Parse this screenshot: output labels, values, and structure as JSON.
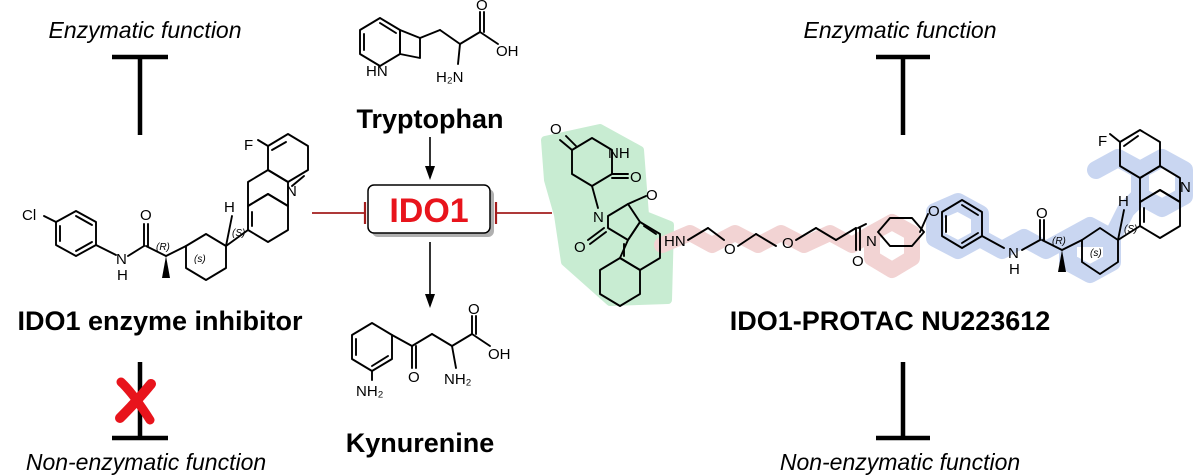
{
  "labels": {
    "enzymatic_left": "Enzymatic function",
    "enzymatic_right": "Enzymatic function",
    "nonenzymatic_left": "Non-enzymatic function",
    "nonenzymatic_right": "Non-enzymatic function",
    "inhibitor_name": "IDO1 enzyme inhibitor",
    "protac_name": "IDO1-PROTAC NU223612",
    "tryptophan": "Tryptophan",
    "kynurenine": "Kynurenine",
    "enzyme": "IDO1"
  },
  "atoms": {
    "F": "F",
    "Cl": "Cl",
    "N": "N",
    "H": "H",
    "NH": "NH",
    "HN": "HN",
    "O": "O",
    "OH": "OH",
    "H2N": "H₂N",
    "NH2": "NH₂"
  },
  "stereo": {
    "R": "(R)",
    "S": "(S)",
    "s": "(s)"
  },
  "colors": {
    "enzyme_text": "#e8141c",
    "inhibition_arrow": "#a31d1d",
    "cross_mark": "#e8141c",
    "highlight_e3_ligand": "#c8ecd2",
    "highlight_linker": "#f2d3d3",
    "highlight_ido1_binder": "#c9d6f1"
  }
}
